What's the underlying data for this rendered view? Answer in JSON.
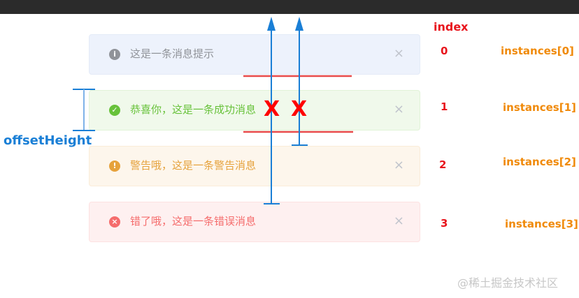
{
  "messages": [
    {
      "text": "这是一条消息提示",
      "icon": "info-icon",
      "close": "×"
    },
    {
      "text": "恭喜你，这是一条成功消息",
      "icon": "check-icon",
      "close": "×"
    },
    {
      "text": "警告哦，这是一条警告消息",
      "icon": "warning-icon",
      "close": "×"
    },
    {
      "text": "错了哦，这是一条错误消息",
      "icon": "error-icon",
      "close": "×"
    }
  ],
  "annotations": {
    "index_title": "index",
    "indices": [
      "0",
      "1",
      "2",
      "3"
    ],
    "instances": [
      "instances[0]",
      "instances[1]",
      "instances[2]",
      "instances[3]"
    ],
    "offset_label": "offsetHeight",
    "x_marks": [
      "X",
      "X"
    ]
  },
  "colors": {
    "info": "#909399",
    "success": "#67c23a",
    "warning": "#e6a23c",
    "error": "#f56c6c",
    "arrow": "#1a7fd6",
    "red_line": "#e84a4a",
    "index_text": "#e8141c",
    "instances_text": "#f08a0a"
  },
  "watermark": "@稀土掘金技术社区"
}
